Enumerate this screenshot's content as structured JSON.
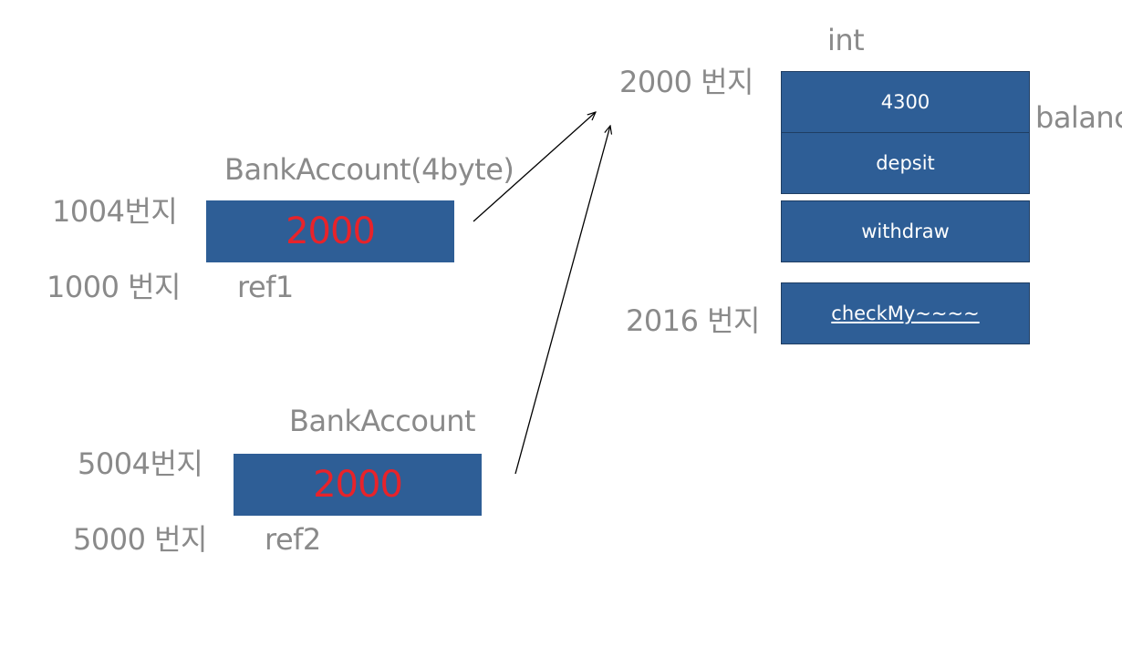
{
  "object": {
    "type_label": "int",
    "address_label": "2000 번지",
    "address_2016_label": "2016 번지",
    "field_label": "balanc",
    "members": [
      {
        "text": "4300"
      },
      {
        "text": "depsit"
      },
      {
        "text": "withdraw"
      },
      {
        "text": "checkMy~~~~"
      }
    ]
  },
  "ref1": {
    "class_label": "BankAccount(4byte)",
    "upper_address": "1004번지",
    "lower_address": "1000 번지",
    "value": "2000",
    "name": "ref1"
  },
  "ref2": {
    "class_label": "BankAccount",
    "upper_address": "5004번지",
    "lower_address": "5000 번지",
    "value": "2000",
    "name": "ref2"
  },
  "colors": {
    "box_fill": "#2e5e96",
    "box_border": "#1f3e63",
    "ref_value": "#e8232a",
    "label_gray": "#8a8a8a",
    "arrow": "#000000"
  }
}
